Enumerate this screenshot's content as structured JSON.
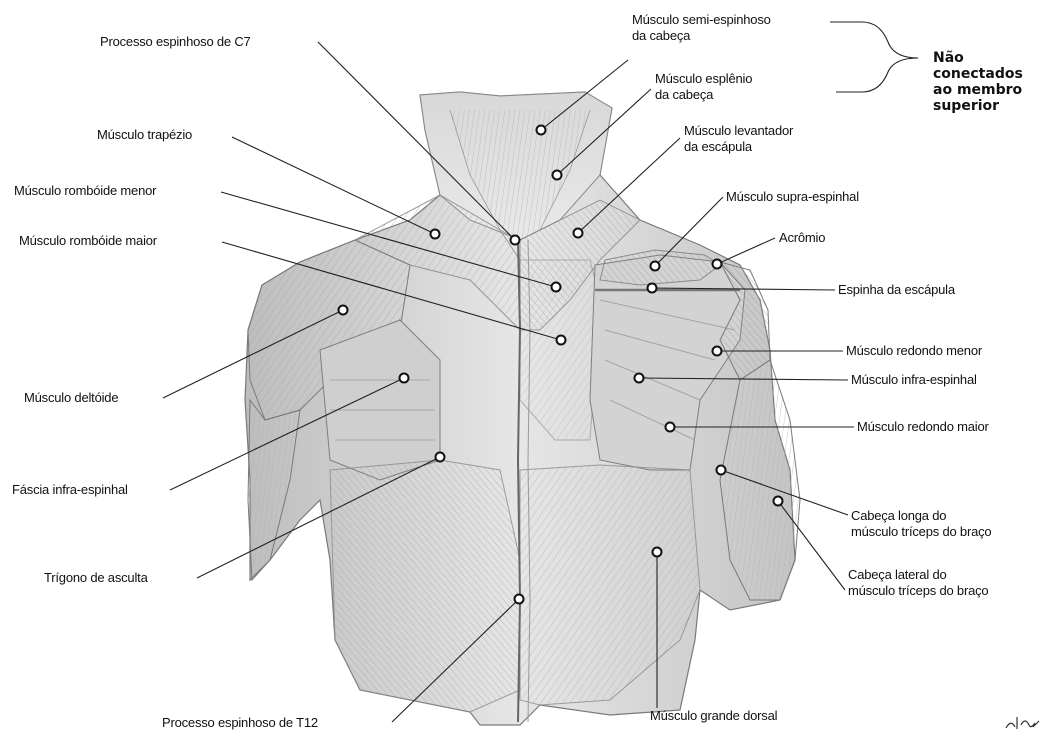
{
  "figure": {
    "labels": {
      "processo_c7": "Processo espinhoso de C7",
      "trapezio": "Músculo trapézio",
      "romboide_menor": "Músculo rombóide menor",
      "romboide_maior": "Músculo rombóide maior",
      "deltoide": "Músculo deltóide",
      "fascia_infra": "Fáscia infra-espinhal",
      "trigono": "Trígono de asculta",
      "processo_t12": "Processo espinhoso de T12",
      "semi_espinhoso_1": "Músculo semi-espinhoso",
      "semi_espinhoso_2": "da cabeça",
      "esplenio_1": "Músculo esplênio",
      "esplenio_2": "da cabeça",
      "levantador_1": "Músculo levantador",
      "levantador_2": "da escápula",
      "supra": "Músculo supra-espinhal",
      "acromio": "Acrômio",
      "espinha": "Espinha da escápula",
      "redondo_menor": "Músculo redondo menor",
      "infra": "Músculo infra-espinhal",
      "redondo_maior": "Músculo redondo maior",
      "triceps_longa_1": "Cabeça longa do",
      "triceps_longa_2": "músculo tríceps do braço",
      "triceps_lateral_1": "Cabeça lateral do",
      "triceps_lateral_2": "músculo tríceps do braço",
      "grande_dorsal": "Músculo grande dorsal"
    },
    "bracket_note": [
      "Não",
      "conectados",
      "ao membro",
      "superior"
    ]
  },
  "colors": {
    "skin_light": "#e4e4e4",
    "skin_mid": "#c8c8c8",
    "skin_dark": "#9a9a9a",
    "line": "#222222"
  }
}
